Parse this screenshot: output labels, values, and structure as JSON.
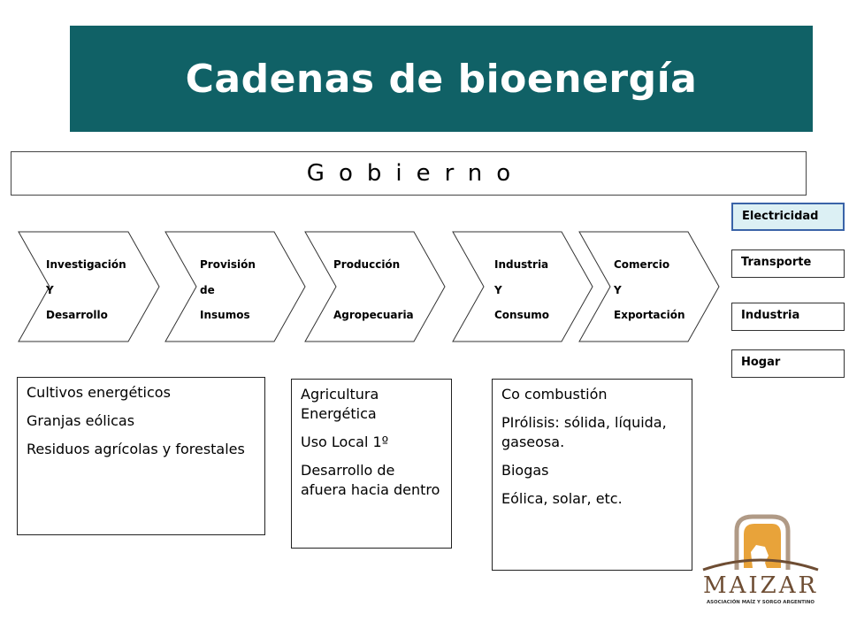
{
  "title": "Cadenas de bioenergía",
  "gobierno": "Gobierno",
  "chain": [
    {
      "line1": "Investigación",
      "line2": "Y",
      "line3": "Desarrollo"
    },
    {
      "line1": "Provisión",
      "line2": "de",
      "line3": "Insumos"
    },
    {
      "line1": "Producción",
      "line2": "",
      "line3": "Agropecuaria"
    },
    {
      "line1": "Industria",
      "line2": "Y",
      "line3": "Consumo"
    },
    {
      "line1": "Comercio",
      "line2": "Y",
      "line3": "Exportación"
    }
  ],
  "sectors": [
    {
      "label": "Electricidad",
      "active": true
    },
    {
      "label": "Transporte",
      "active": false
    },
    {
      "label": "Industria",
      "active": false
    },
    {
      "label": "Hogar",
      "active": false
    }
  ],
  "boxes": {
    "left": [
      "Cultivos energéticos",
      "Granjas eólicas",
      "Residuos agrícolas y forestales"
    ],
    "middle": [
      "Agricultura Energética",
      "Uso Local 1º",
      "Desarrollo de afuera hacia dentro"
    ],
    "right": [
      "Co combustión",
      "PIrólisis: sólida, líquida, gaseosa.",
      "Biogas",
      "Eólica, solar, etc."
    ]
  },
  "logo": {
    "name": "MAIZAR",
    "subtitle": "ASOCIACIÓN MAÍZ Y SORGO ARGENTINO"
  },
  "colors": {
    "banner": "#106166",
    "active_sector_bg": "#dcf0f4",
    "active_sector_border": "#3a63a8",
    "logo_gold": "#e8a33a",
    "logo_brown": "#6e4d33",
    "logo_frame": "#b09a86"
  }
}
